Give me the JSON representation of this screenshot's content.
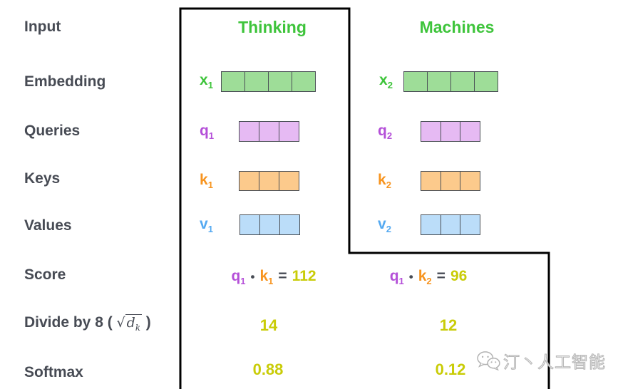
{
  "diagram": {
    "row_labels": {
      "input": "Input",
      "embedding": "Embedding",
      "queries": "Queries",
      "keys": "Keys",
      "values": "Values",
      "score": "Score",
      "divide_prefix": "Divide by 8 ( ",
      "divide_sqrt": "√",
      "divide_radicand_base": "d",
      "divide_radicand_sub": "k",
      "divide_suffix": " )",
      "softmax": "Softmax"
    },
    "columns": [
      {
        "title": "Thinking",
        "embedding": {
          "base": "x",
          "sub": "1",
          "cells": 4
        },
        "query": {
          "base": "q",
          "sub": "1",
          "cells": 3
        },
        "key": {
          "base": "k",
          "sub": "1",
          "cells": 3
        },
        "value": {
          "base": "v",
          "sub": "1",
          "cells": 3
        },
        "score": {
          "q_base": "q",
          "q_sub": "1",
          "dot": "•",
          "k_base": "k",
          "k_sub": "1",
          "equals": "=",
          "result": "112"
        },
        "divided": "14",
        "softmax": "0.88"
      },
      {
        "title": "Machines",
        "embedding": {
          "base": "x",
          "sub": "2",
          "cells": 4
        },
        "query": {
          "base": "q",
          "sub": "2",
          "cells": 3
        },
        "key": {
          "base": "k",
          "sub": "2",
          "cells": 3
        },
        "value": {
          "base": "v",
          "sub": "2",
          "cells": 3
        },
        "score": {
          "q_base": "q",
          "q_sub": "1",
          "dot": "•",
          "k_base": "k",
          "k_sub": "2",
          "equals": "=",
          "result": "96"
        },
        "divided": "12",
        "softmax": "0.12"
      }
    ],
    "colors": {
      "title_green": "#3ec43b",
      "x_label": "#3ec43b",
      "q_label": "#b44fd8",
      "k_label": "#f7941f",
      "v_label": "#54a9f1",
      "cell_green": "#9edd98",
      "cell_purple": "#e6baf3",
      "cell_orange": "#fcca8c",
      "cell_blue": "#bbddf9",
      "cell_border": "#4a4f56",
      "row_label_text": "#474b54",
      "result_yellow": "#c9cc08",
      "outline_black": "#000000"
    },
    "watermark": {
      "icon": "wechat-icon",
      "text": "汀丶人工智能"
    }
  }
}
